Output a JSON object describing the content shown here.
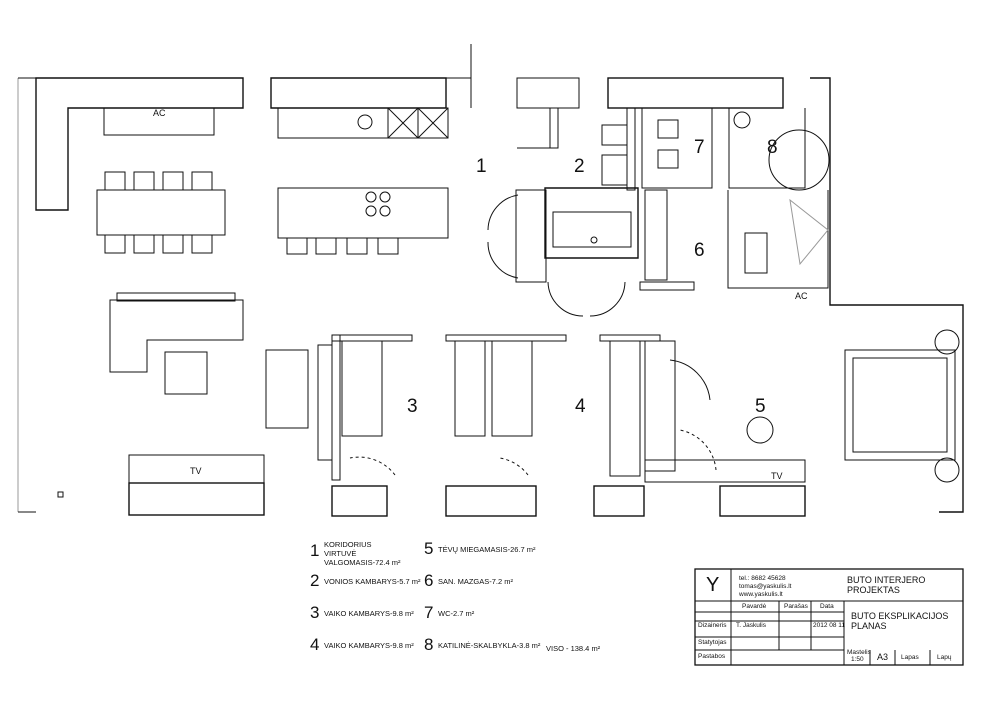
{
  "plan": {
    "rooms": [
      {
        "num": "1"
      },
      {
        "num": "2"
      },
      {
        "num": "3"
      },
      {
        "num": "4"
      },
      {
        "num": "5"
      },
      {
        "num": "6"
      },
      {
        "num": "7"
      },
      {
        "num": "8"
      }
    ],
    "labels": {
      "ac_living": "AC",
      "ac_hall": "AC",
      "tv_living": "TV",
      "tv_bedroom": "TV"
    }
  },
  "legend": [
    {
      "num": "1",
      "lines": [
        "KORIDORIUS",
        "VIRTUVĖ",
        "VALGOMASIS-72.4 m²"
      ]
    },
    {
      "num": "2",
      "lines": [
        "VONIOS KAMBARYS-5.7 m²"
      ]
    },
    {
      "num": "3",
      "lines": [
        "VAIKO KAMBARYS-9.8 m²"
      ]
    },
    {
      "num": "4",
      "lines": [
        "VAIKO KAMBARYS-9.8 m²"
      ]
    },
    {
      "num": "5",
      "lines": [
        "TĖVŲ MIEGAMASIS-26.7 m²"
      ]
    },
    {
      "num": "6",
      "lines": [
        "SAN. MAZGAS-7.2 m²"
      ]
    },
    {
      "num": "7",
      "lines": [
        "WC-2.7 m²"
      ]
    },
    {
      "num": "8",
      "lines": [
        "KATILINĖ-SKALBYKLA-3.8 m²"
      ]
    }
  ],
  "total": "VISO - 138.4 m²",
  "title_block": {
    "logo": "Y",
    "tel": "tel.: 8682 45628",
    "email": "tomas@yaskulis.lt",
    "web": "www.yaskulis.lt",
    "project_title_1": "BUTO INTERJERO",
    "project_title_2": "PROJEKTAS",
    "col_name": "Pavardė",
    "col_sign": "Parašas",
    "col_date": "Data",
    "row_designer": "Dizaineris",
    "designer_name": "T. Jaskulis",
    "date": "2012 08 11",
    "row_builder": "Statytojas",
    "row_notes": "Pastabos",
    "sheet_title_1": "BUTO EKSPLIKACIJOS",
    "sheet_title_2": "PLANAS",
    "scale_label": "Mastelis",
    "scale_value": "1:50",
    "format": "A3",
    "sheet_label": "Lapas",
    "sheets_label": "Lapų"
  }
}
